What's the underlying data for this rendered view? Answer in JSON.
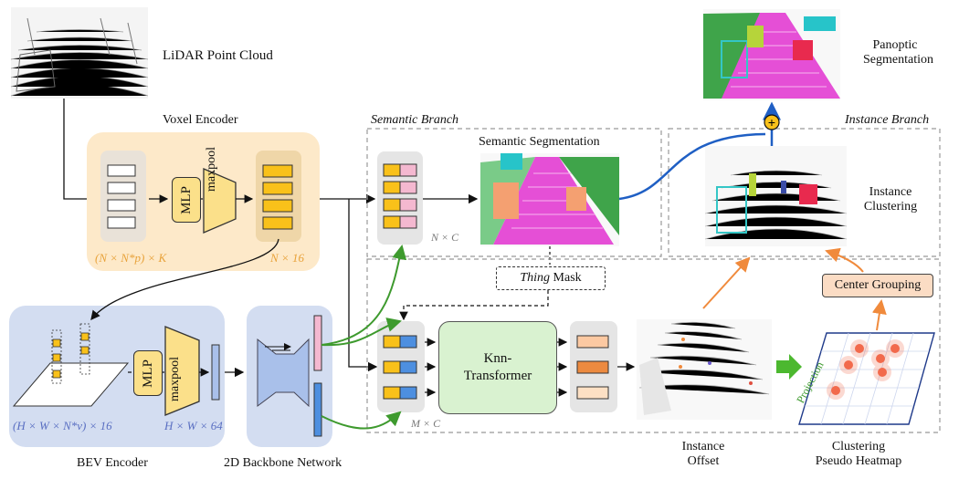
{
  "labels": {
    "lidar": "LiDAR Point Cloud",
    "voxel_encoder": "Voxel Encoder",
    "semantic_branch": "Semantic Branch",
    "instance_branch": "Instance Branch",
    "semantic_segmentation": "Semantic Segmentation",
    "panoptic_line1": "Panoptic",
    "panoptic_line2": "Segmentation",
    "instance_clustering_line1": "Instance",
    "instance_clustering_line2": "Clustering",
    "mlp": "MLP",
    "maxpool": "maxpool",
    "dim_voxel_in": "(N × N*p) × K",
    "dim_voxel_out": "N × 16",
    "dim_sem": "N × C",
    "thing_mask_italic": "Thing",
    "thing_mask_rest": " Mask",
    "center_grouping": "Center Grouping",
    "knn_line1": "Knn-",
    "knn_line2": "Transformer",
    "dim_mc": "M × C",
    "dim_bev_in": "(H × W × N*v) × 16",
    "dim_bev_out": "H × W × 64",
    "bev_encoder": "BEV Encoder",
    "backbone": "2D Backbone Network",
    "instance_offset_line1": "Instance",
    "instance_offset_line2": "Offset",
    "heatmap_line1": "Clustering",
    "heatmap_line2": "Pseudo Heatmap",
    "projection": "Projection",
    "plus": "+"
  },
  "colors": {
    "voxel_panel": "#fde9c9",
    "bev_panel": "#d3ddf1",
    "feature_orange": "#f9c11a",
    "feature_pink": "#f4b8d0",
    "feature_blue": "#4d8fe0",
    "out_light": "#fde0c4",
    "out_mid": "#f5a56b",
    "out_dark": "#ec8a40",
    "green_arrow": "#3e9a2e",
    "blue_arrow": "#1f5fc4",
    "orange_arrow": "#f08a3c",
    "knn_fill": "#d9f2d0",
    "center_grouping_fill": "#fbdcc4",
    "heatmap_dot": "#f26a4c"
  }
}
